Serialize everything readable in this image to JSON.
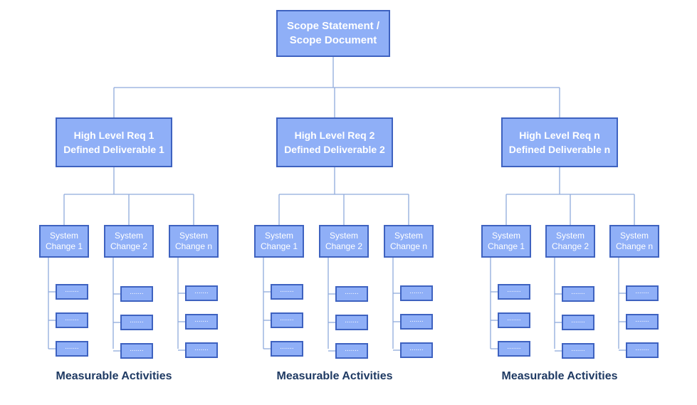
{
  "root": {
    "label": "Scope Statement /\nScope Document"
  },
  "requirements": [
    {
      "label": "High Level Req 1\nDefined Deliverable 1",
      "systems": [
        {
          "label": "System\nChange 1",
          "activities": [
            ".......",
            ".......",
            "......."
          ]
        },
        {
          "label": "System\nChange 2",
          "activities": [
            ".......",
            ".......",
            "......."
          ]
        },
        {
          "label": "System\nChange n",
          "activities": [
            ".......",
            ".......",
            "......."
          ]
        }
      ],
      "footer": "Measurable Activities"
    },
    {
      "label": "High Level Req 2\nDefined Deliverable 2",
      "systems": [
        {
          "label": "System\nChange 1",
          "activities": [
            ".......",
            ".......",
            "......."
          ]
        },
        {
          "label": "System\nChange 2",
          "activities": [
            ".......",
            ".......",
            "......."
          ]
        },
        {
          "label": "System\nChange n",
          "activities": [
            ".......",
            ".......",
            "......."
          ]
        }
      ],
      "footer": "Measurable Activities"
    },
    {
      "label": "High Level Req n\nDefined Deliverable n",
      "systems": [
        {
          "label": "System\nChange 1",
          "activities": [
            ".......",
            ".......",
            "......."
          ]
        },
        {
          "label": "System\nChange 2",
          "activities": [
            ".......",
            ".......",
            "......."
          ]
        },
        {
          "label": "System\nChange n",
          "activities": [
            ".......",
            ".......",
            "......."
          ]
        }
      ],
      "footer": "Measurable Activities"
    }
  ],
  "colors": {
    "box_fill": "#8faff7",
    "box_border": "#3e62c0",
    "connector": "#8faadc",
    "footer_text": "#1f3a63"
  }
}
